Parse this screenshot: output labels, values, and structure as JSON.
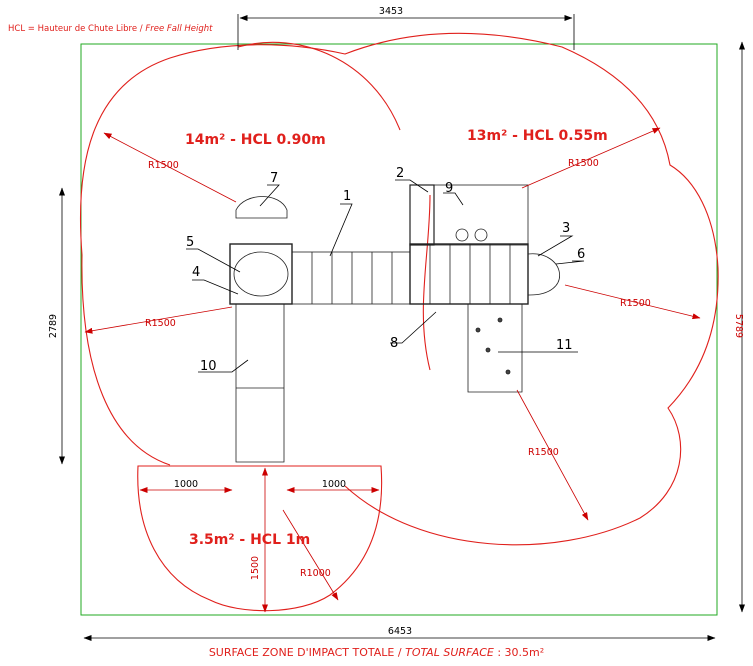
{
  "legend": {
    "abbr": "HCL = Hauteur de Chute Libre",
    "english": "Free Fall Height"
  },
  "dimensions": {
    "top_width": "3453",
    "left_height": "2789",
    "right_height": "5789",
    "bottom_width": "6453",
    "offset_left": "1000",
    "offset_right": "1000",
    "front_depth": "1500"
  },
  "radii": {
    "r_top_left": "R1500",
    "r_top_right": "R1500",
    "r_left_lower": "R1500",
    "r_right": "R1500",
    "r_bottom_right": "R1500",
    "r_front": "R1000"
  },
  "zones": {
    "left": "14m² - HCL 0.90m",
    "right": "13m² - HCL 0.55m",
    "front": "3.5m² - HCL 1m"
  },
  "parts": [
    "1",
    "2",
    "3",
    "4",
    "5",
    "6",
    "7",
    "8",
    "9",
    "10",
    "11"
  ],
  "total": {
    "french": "SURFACE ZONE D'IMPACT TOTALE",
    "english": "TOTAL SURFACE",
    "value": ": 30.5m²"
  },
  "colors": {
    "boundary": "#e0201c",
    "frame": "#22aa22",
    "dimension": "#000000"
  }
}
